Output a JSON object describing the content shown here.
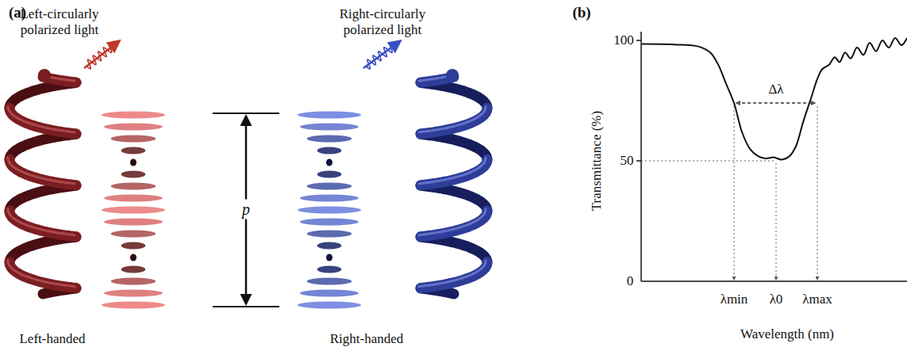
{
  "diagram": {
    "labels": [
      "(a)",
      "Left-circularly polarized light",
      "Right-circularly polarized light",
      "p",
      "Left-handed",
      "Right-handed",
      "(b)",
      "100",
      "50",
      "0",
      "Transmittance (%)",
      "Δλ",
      "λmin",
      "λ0",
      "λmax",
      "Wavelength (nm)"
    ]
  }
}
